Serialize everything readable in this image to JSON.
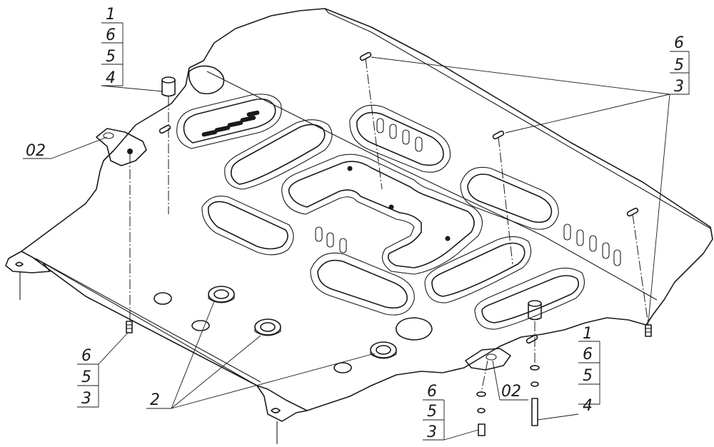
{
  "callouts": {
    "topleft_stack": [
      "1",
      "6",
      "5",
      "4"
    ],
    "topright_stack": [
      "6",
      "5",
      "3"
    ],
    "left_bracket": "02",
    "lower_left_stack": [
      "6",
      "5",
      "3"
    ],
    "bottom_center_stack": [
      "6",
      "5",
      "3"
    ],
    "bottom_bracket": "02",
    "bottom_right_stack": [
      "1",
      "6",
      "5",
      "4"
    ],
    "grommets": "2"
  }
}
